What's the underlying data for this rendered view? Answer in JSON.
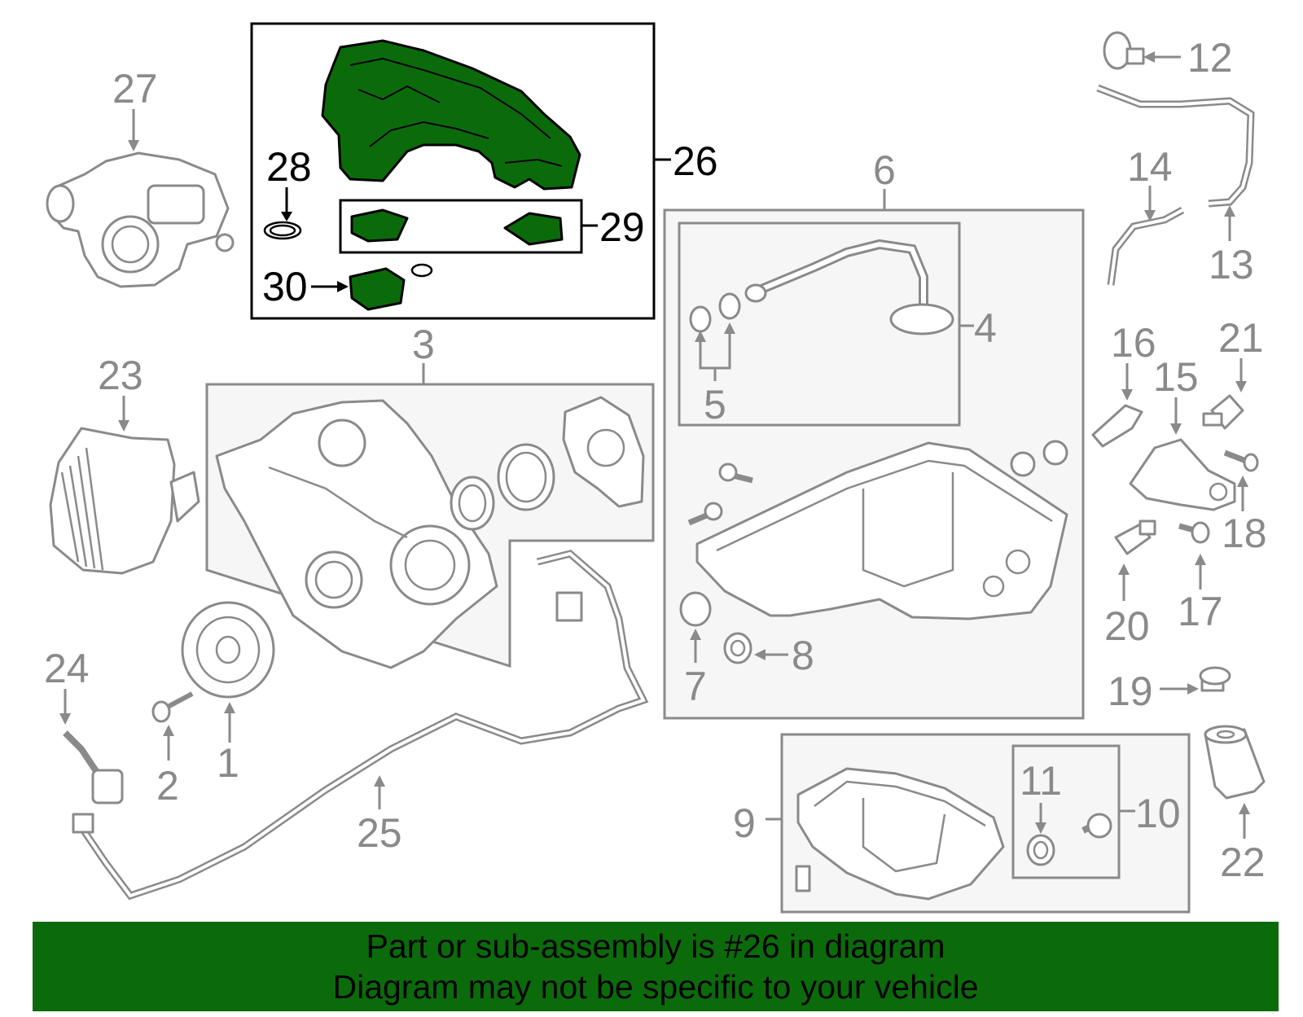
{
  "callouts": {
    "c1": "1",
    "c2": "2",
    "c3": "3",
    "c4": "4",
    "c5": "5",
    "c6": "6",
    "c7": "7",
    "c8": "8",
    "c9": "9",
    "c10": "10",
    "c11": "11",
    "c12": "12",
    "c13": "13",
    "c14": "14",
    "c15": "15",
    "c16": "16",
    "c17": "17",
    "c18": "18",
    "c19": "19",
    "c20": "20",
    "c21": "21",
    "c22": "22",
    "c23": "23",
    "c24": "24",
    "c25": "25",
    "c26": "26",
    "c27": "27",
    "c28": "28",
    "c29": "29",
    "c30": "30"
  },
  "colors": {
    "highlight": "#0b6b0b",
    "line": "#8a8a8a",
    "text_highlight": "#000000"
  },
  "banner": {
    "line1": "Part or sub-assembly is #26 in diagram",
    "line2": "Diagram may not be specific to your vehicle"
  }
}
